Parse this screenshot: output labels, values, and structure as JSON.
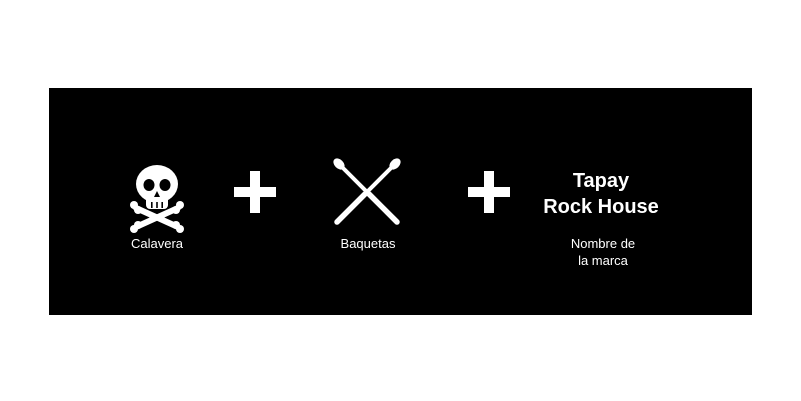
{
  "colors": {
    "background": "#ffffff",
    "panel": "#000000",
    "foreground": "#ffffff"
  },
  "items": [
    {
      "icon": "skull-and-crossbones-icon",
      "label": "Calavera"
    },
    {
      "icon": "crossed-drumsticks-icon",
      "label": "Baquetas"
    }
  ],
  "brand": {
    "name_line1": "Tapay",
    "name_line2": "Rock House",
    "caption_line1": "Nombre de",
    "caption_line2": "la marca"
  }
}
